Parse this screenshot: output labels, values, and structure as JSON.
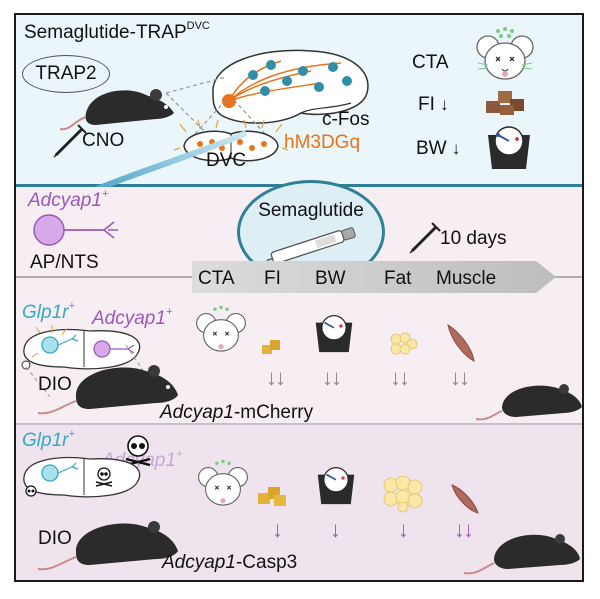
{
  "title": {
    "main": "Semaglutide-TRAP",
    "sup": "DVC"
  },
  "top_panel": {
    "trap2": "TRAP2",
    "cno": "CNO",
    "cfos": "c-Fos",
    "dvc": "DVC",
    "hm3dgq": "hM3DGq",
    "cta": "CTA",
    "fi": "FI",
    "bw": "BW"
  },
  "middle_panel": {
    "adcyap1": "Adcyap1",
    "adcyap1_sup": "+",
    "ap_nts": "AP/NTS",
    "semaglutide": "Semaglutide",
    "days": "10 days",
    "timeline": [
      "CTA",
      "FI",
      "BW",
      "Fat",
      "Muscle"
    ],
    "glp1r": "Glp1r",
    "glp1r_sup": "+",
    "adcyap1_b": "Adcyap1",
    "adcyap1_b_sup": "+",
    "dio": "DIO",
    "model_gene": "Adcyap1",
    "model_suffix": "-mCherry"
  },
  "bottom_panel": {
    "glp1r": "Glp1r",
    "glp1r_sup": "+",
    "adcyap1": "Adcyap1",
    "adcyap1_sup": "+",
    "dio": "DIO",
    "model_gene": "Adcyap1",
    "model_suffix": "-Casp3"
  },
  "colors": {
    "orange": "#e8731c",
    "purple": "#9a59b8",
    "cyan": "#35a9c5",
    "teal": "#2f7f97",
    "gray_arrow": "#888888"
  }
}
